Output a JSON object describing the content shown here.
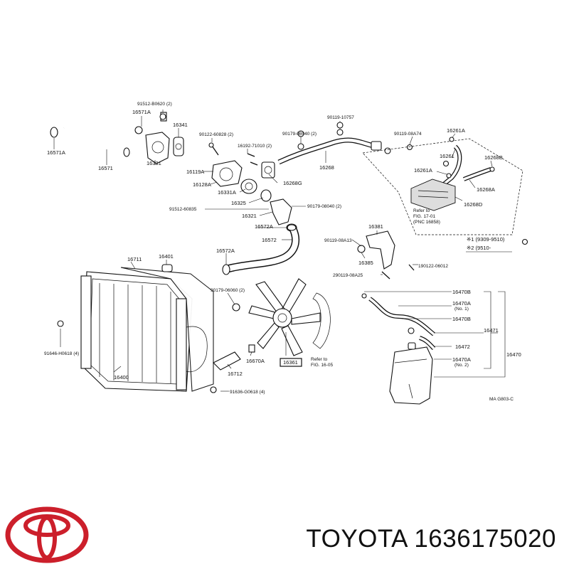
{
  "diagram": {
    "labels": {
      "l16571A": "16571A",
      "l16571": "16571",
      "l16571A_b": "16571A",
      "l16331": "16331",
      "l16341": "16341",
      "l91512_b0620": "91512-B0620 (2)",
      "l16119A": "16119A",
      "l16128A": "16128A",
      "l16331A": "16331A",
      "l90122": "90122-60828 (2)",
      "l16192": "16192-71010 (2)",
      "l16268G": "16268G",
      "l16325": "16325",
      "l91512_60835": "91512-60835",
      "l16321": "16321",
      "l90179_08040a": "90179-08040 (2)",
      "l90119_10757": "90119-10757",
      "l16268": "16268",
      "l90179_08040b": "90179-08040 (2)",
      "l90119_08A74": "90119-08A74",
      "l16261A_a": "16261A",
      "l16261": "16261",
      "l16261A_b": "16261A",
      "l16268B": "16268B",
      "l16268A": "16268A",
      "l16268D": "16268D",
      "l16572A_a": "16572A",
      "l16572": "16572",
      "l16572A_b": "16572A",
      "l90119_08A13": "90119-08A13",
      "l16381": "16381",
      "l16385": "16385",
      "l16711": "16711",
      "l16401": "16401",
      "l90179_06060": "90179-06060 (2)",
      "l16361": "16361",
      "l16670A": "16670A",
      "l16712": "16712",
      "l16400": "16400",
      "l91646": "91646-H0618 (4)",
      "l91636": "91636-G0618 (4)",
      "l190122": "190122-06012",
      "l290119": "290119-08A25",
      "l16470B_a": "16470B",
      "l16470A_a": "16470A",
      "l16470A_a_sub": "(No. 1)",
      "l16470B_b": "16470B",
      "l16471": "16471",
      "l16472": "16472",
      "l16470A_b": "16470A",
      "l16470A_b_sub": "(No. 2)",
      "l16470": "16470",
      "ref1701_a": "Refer to",
      "ref1701_b": "FIG. 17-01",
      "ref1701_c": "(PNC 16858)",
      "ref1005_a": "Refer to",
      "ref1005_b": "FIG. 16-05",
      "legend1": "※1 (9309-9510)",
      "legend2": "※2 (9510-",
      "code": "MA G803-C"
    }
  },
  "footer": {
    "brand": "TOYOTA",
    "part_number": "1636175020",
    "logo_color": "#cc1f2b"
  }
}
